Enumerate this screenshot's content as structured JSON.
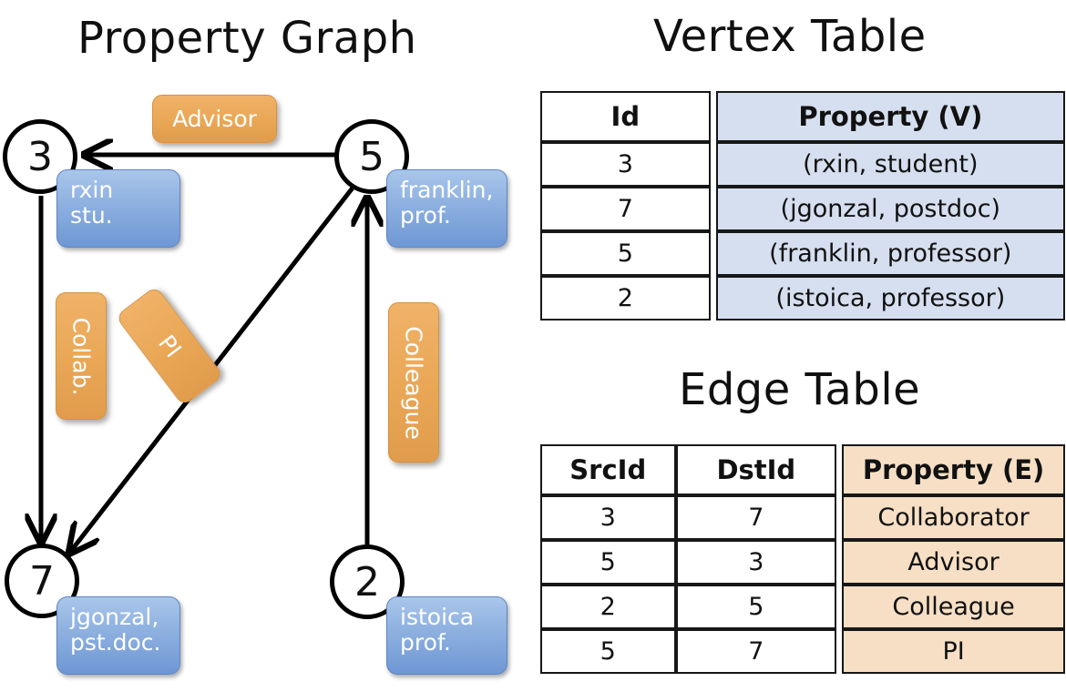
{
  "titles": {
    "property_graph": "Property Graph",
    "vertex_table": "Vertex Table",
    "edge_table": "Edge Table"
  },
  "graph": {
    "nodes": [
      {
        "id": "3",
        "name_line1": "rxin",
        "name_line2": "stu."
      },
      {
        "id": "5",
        "name_line1": "franklin,",
        "name_line2": "prof."
      },
      {
        "id": "7",
        "name_line1": "jgonzal,",
        "name_line2": "pst.doc."
      },
      {
        "id": "2",
        "name_line1": "istoica",
        "name_line2": "prof."
      }
    ],
    "edge_labels": [
      {
        "text": "Advisor"
      },
      {
        "text": "Collab."
      },
      {
        "text": "PI"
      },
      {
        "text": "Colleague"
      }
    ]
  },
  "vertex_table": {
    "headers": [
      "Id",
      "Property (V)"
    ],
    "rows": [
      {
        "id": "3",
        "property": "(rxin, student)"
      },
      {
        "id": "7",
        "property": "(jgonzal, postdoc)"
      },
      {
        "id": "5",
        "property": "(franklin, professor)"
      },
      {
        "id": "2",
        "property": "(istoica, professor)"
      }
    ]
  },
  "edge_table": {
    "headers": [
      "SrcId",
      "DstId",
      "Property (E)"
    ],
    "rows": [
      {
        "src": "3",
        "dst": "7",
        "property": "Collaborator"
      },
      {
        "src": "5",
        "dst": "3",
        "property": "Advisor"
      },
      {
        "src": "2",
        "dst": "5",
        "property": "Colleague"
      },
      {
        "src": "5",
        "dst": "7",
        "property": "PI"
      }
    ]
  },
  "colors": {
    "vertex_cell": "#d6dfef",
    "edge_cell": "#f6dfc4",
    "node_label": "#8db0e0",
    "edge_label": "#eaa857",
    "stroke": "#000000"
  }
}
